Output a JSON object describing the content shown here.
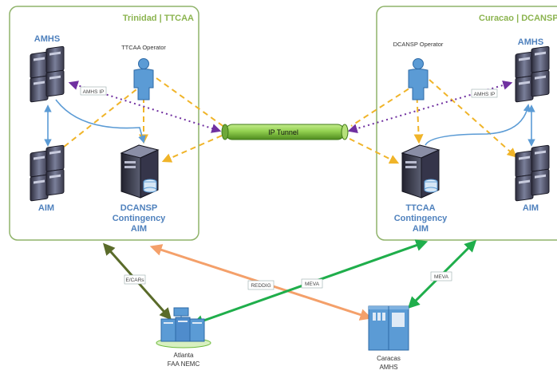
{
  "regions": {
    "left": {
      "title": "Trinidad | TTCAA"
    },
    "right": {
      "title": "Curacao | DCANSP"
    }
  },
  "left": {
    "amhs_label": "AMHS",
    "aim_label": "AIM",
    "operator_label": "TTCAA Operator",
    "contingency_label": [
      "DCANSP",
      "Contingency",
      "AIM"
    ],
    "amhs_ip_label": "AMHS IP"
  },
  "right": {
    "amhs_label": "AMHS",
    "aim_label": "AIM",
    "operator_label": "DCANSP Operator",
    "contingency_label": [
      "TTCAA",
      "Contingency",
      "AIM"
    ],
    "amhs_ip_label": "AMHS IP"
  },
  "tunnel": {
    "label": "IP Tunnel"
  },
  "links": {
    "ecars": "E/CARs",
    "reddig": "REDDIG",
    "meva_left": "MEVA",
    "meva_right": "MEVA"
  },
  "sites": {
    "atlanta": [
      "Atlanta",
      "FAA NEMC"
    ],
    "caracas": [
      "Caracas",
      "AMHS"
    ]
  },
  "colors": {
    "region_border": "#8fb36a",
    "title_text": "#8cb450",
    "label_blue": "#4f81bd",
    "dashed_orange": "#f0b429",
    "dotted_purple": "#7030a0",
    "ecars_link": "#5a6b2a",
    "reddig_link": "#f4a06a",
    "meva_link": "#1fae4b",
    "tunnel_fill": "#92d050"
  }
}
